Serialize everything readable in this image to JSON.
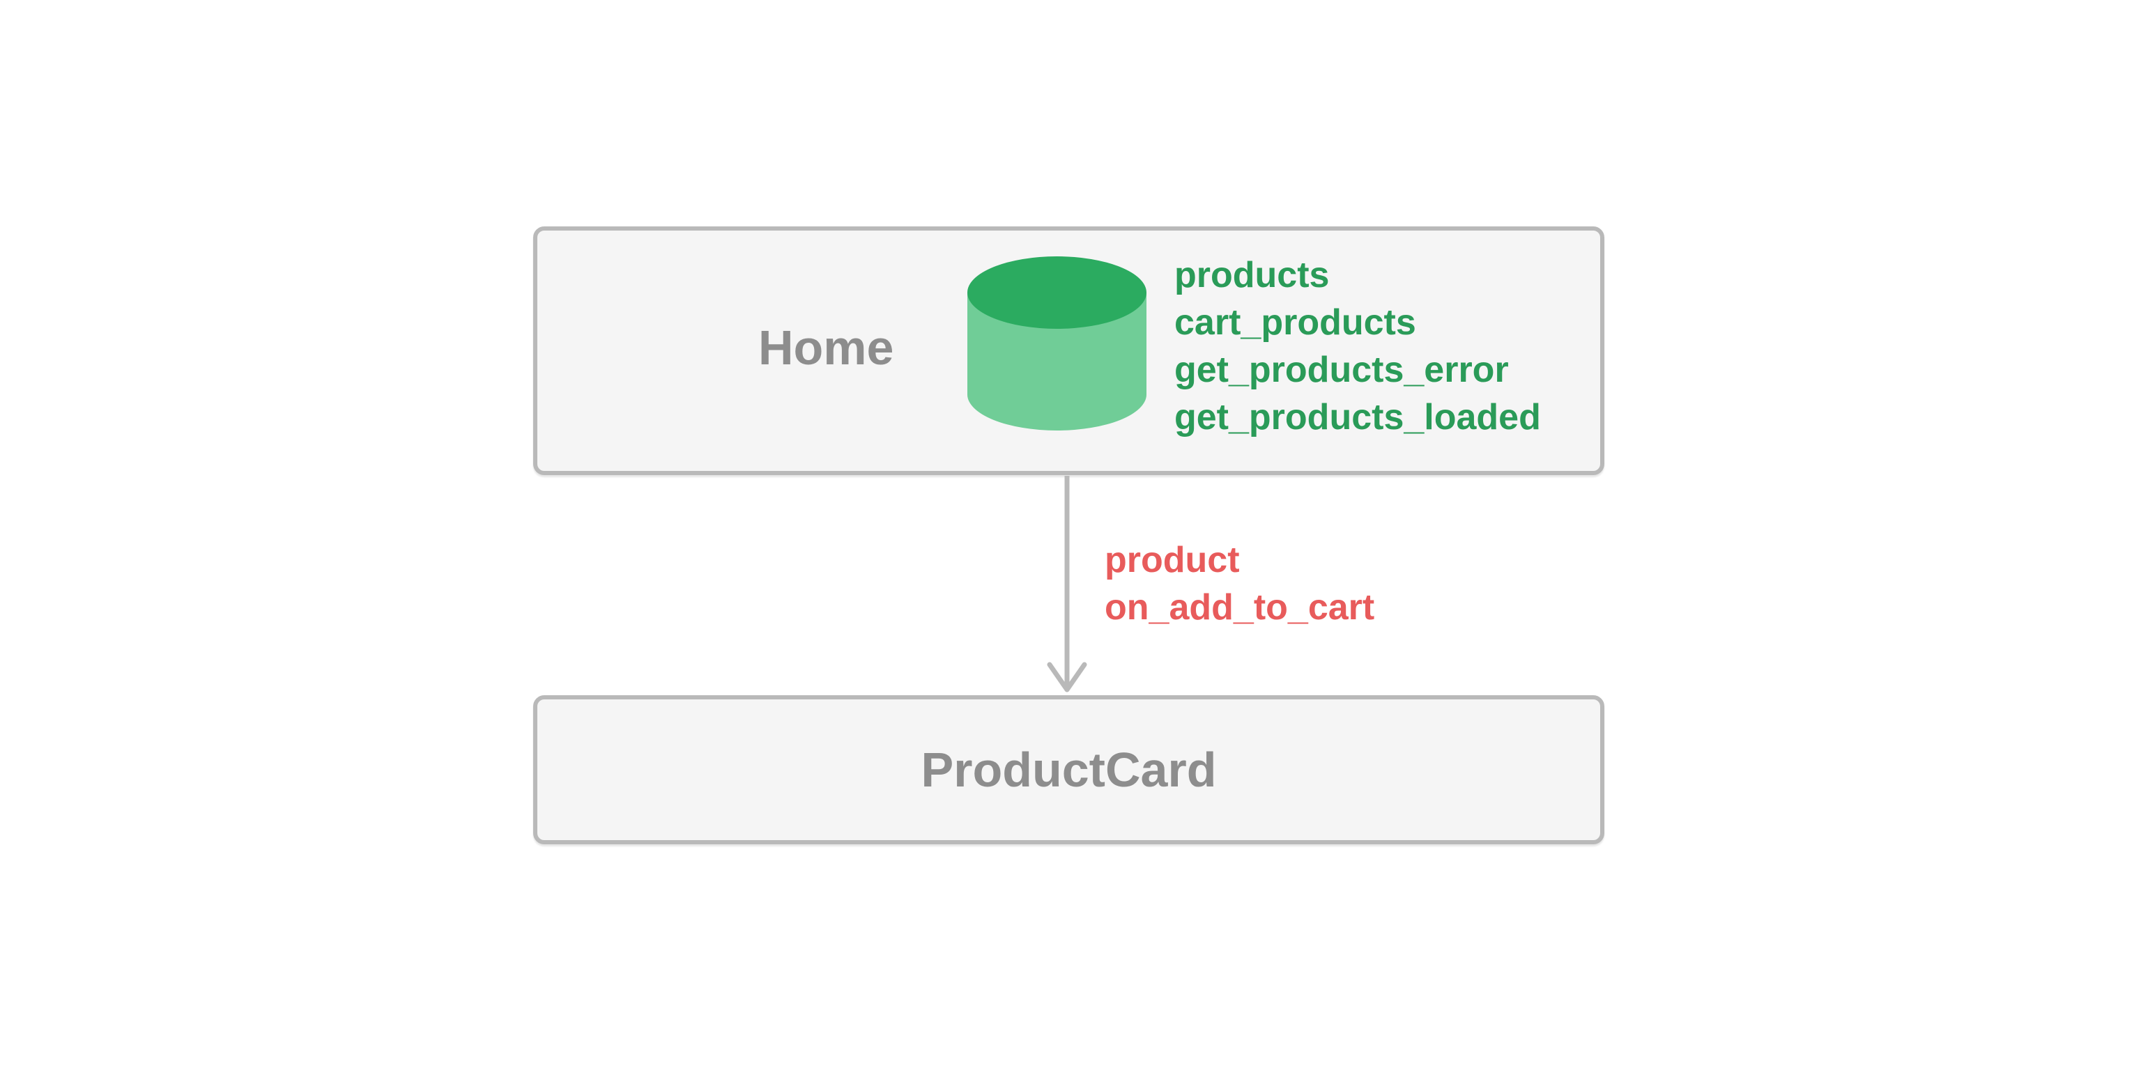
{
  "diagram": {
    "nodes": {
      "home": {
        "label": "Home",
        "icon": "database-cylinder-icon",
        "states": [
          "products",
          "cart_products",
          "get_products_error",
          "get_products_loaded"
        ]
      },
      "product_card": {
        "label": "ProductCard"
      }
    },
    "edge": {
      "from": "Home",
      "to": "ProductCard",
      "props": [
        "product",
        "on_add_to_cart"
      ]
    },
    "colors": {
      "page_background": "#ffffff",
      "node_background": "#f5f5f5",
      "node_border": "#b9b9b9",
      "node_label_text": "#8d8d8d",
      "state_text": "#2a9b58",
      "cylinder_top": "#2bab60",
      "cylinder_body": "#70cd97",
      "prop_text": "#e85b5b",
      "arrow": "#b9b9b9"
    }
  }
}
